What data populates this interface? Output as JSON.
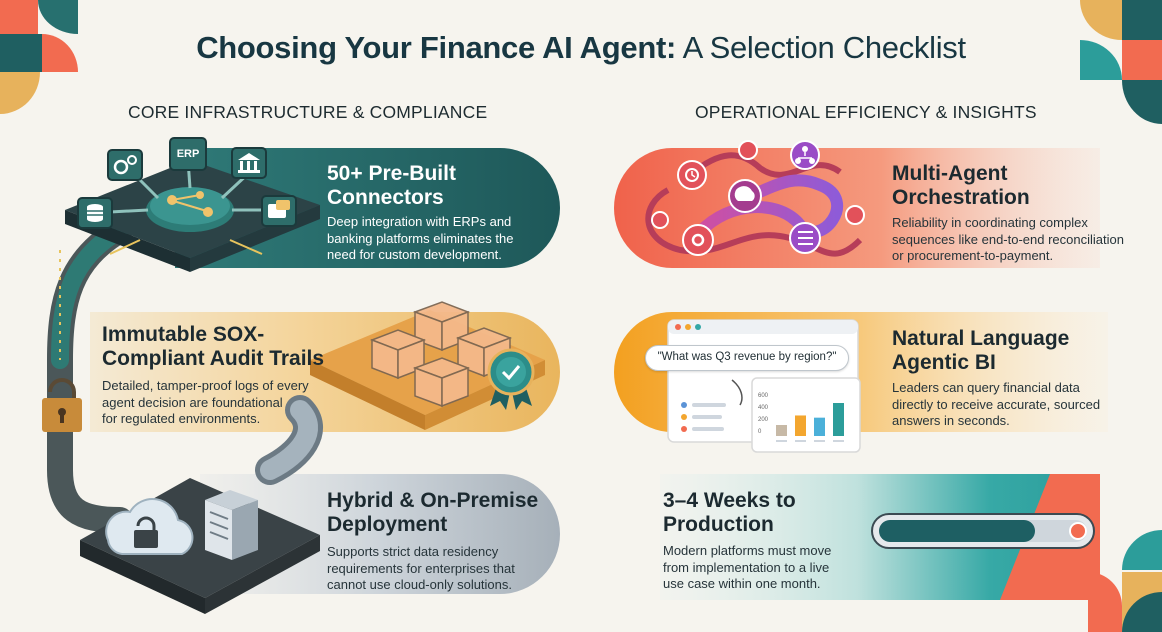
{
  "title": {
    "bold": "Choosing Your Finance AI Agent:",
    "rest": " A Selection Checklist"
  },
  "sections": {
    "left": "CORE INFRASTRUCTURE & COMPLIANCE",
    "right": "OPERATIONAL EFFICIENCY & INSIGHTS"
  },
  "cards": {
    "connectors": {
      "title_l1": "50+ Pre-Built",
      "title_l2": "Connectors",
      "desc_l1": "Deep integration with ERPs and",
      "desc_l2": "banking platforms eliminates the",
      "desc_l3": "need for custom development."
    },
    "audit": {
      "title_l1": "Immutable SOX-",
      "title_l2": "Compliant Audit Trails",
      "desc_l1": "Detailed, tamper-proof logs of every",
      "desc_l2": "agent decision are foundational",
      "desc_l3": "for regulated environments."
    },
    "hybrid": {
      "title_l1": "Hybrid & On-Premise",
      "title_l2": "Deployment",
      "desc_l1": "Supports strict data residency",
      "desc_l2": "requirements for enterprises that",
      "desc_l3": "cannot use cloud-only solutions."
    },
    "orchestration": {
      "title_l1": "Multi-Agent",
      "title_l2": "Orchestration",
      "desc_l1": "Reliability in coordinating complex",
      "desc_l2": "sequences like end-to-end reconciliation",
      "desc_l3": "or procurement-to-payment."
    },
    "nlbi": {
      "title_l1": "Natural Language",
      "title_l2": "Agentic BI",
      "desc_l1": "Leaders can query financial data",
      "desc_l2": "directly to receive accurate, sourced",
      "desc_l3": "answers in seconds."
    },
    "weeks": {
      "title_l1": "3–4 Weeks to",
      "title_l2": "Production",
      "desc_l1": "Modern platforms must move",
      "desc_l2": "from implementation to a live",
      "desc_l3": "use case within one month."
    }
  },
  "illustration": {
    "erp_label": "ERP",
    "query_text": "\"What was Q3 revenue by region?\"",
    "bar_values": [
      150,
      280,
      250,
      450
    ],
    "axis_ticks": [
      "600",
      "400",
      "200",
      "0"
    ],
    "progress": 0.75
  },
  "colors": {
    "teal_dark": "#1f5f61",
    "gold": "#e7b25c",
    "slate": "#a8b2bb",
    "coral": "#f2765a",
    "orange": "#f3a62f",
    "teal_light": "#33a7a6"
  }
}
